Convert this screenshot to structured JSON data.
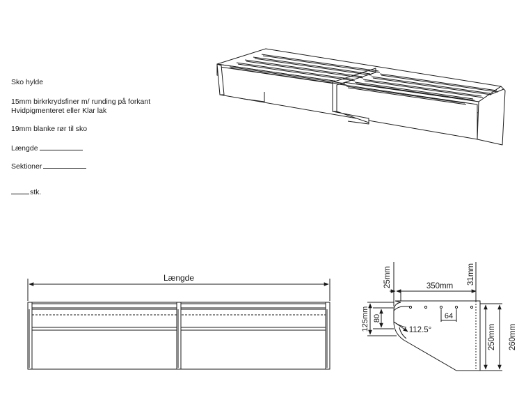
{
  "notes": {
    "title": "Sko hylde",
    "material_line1": "15mm birkrkrydsfiner m/ runding på forkant",
    "material_line2": "Hvidpigmenteret eller Klar lak",
    "tubes": "19mm blanke rør til sko",
    "length_field": "Længde",
    "sections_field": "Sektioner",
    "quantity_suffix": "stk."
  },
  "front_view": {
    "length_label": "Længde"
  },
  "side_view": {
    "dim_top_offset": "25mm",
    "dim_depth": "350mm",
    "dim_back_offset": "31mm",
    "dim_front_height": "125mm",
    "dim_front_inner": "80",
    "dim_hole_spacing": "64",
    "dim_angle": "112.5°",
    "dim_inner_height": "250mm",
    "dim_total_height": "260mm"
  },
  "colors": {
    "line": "#1a1a1a",
    "panel": "#ffffff"
  }
}
